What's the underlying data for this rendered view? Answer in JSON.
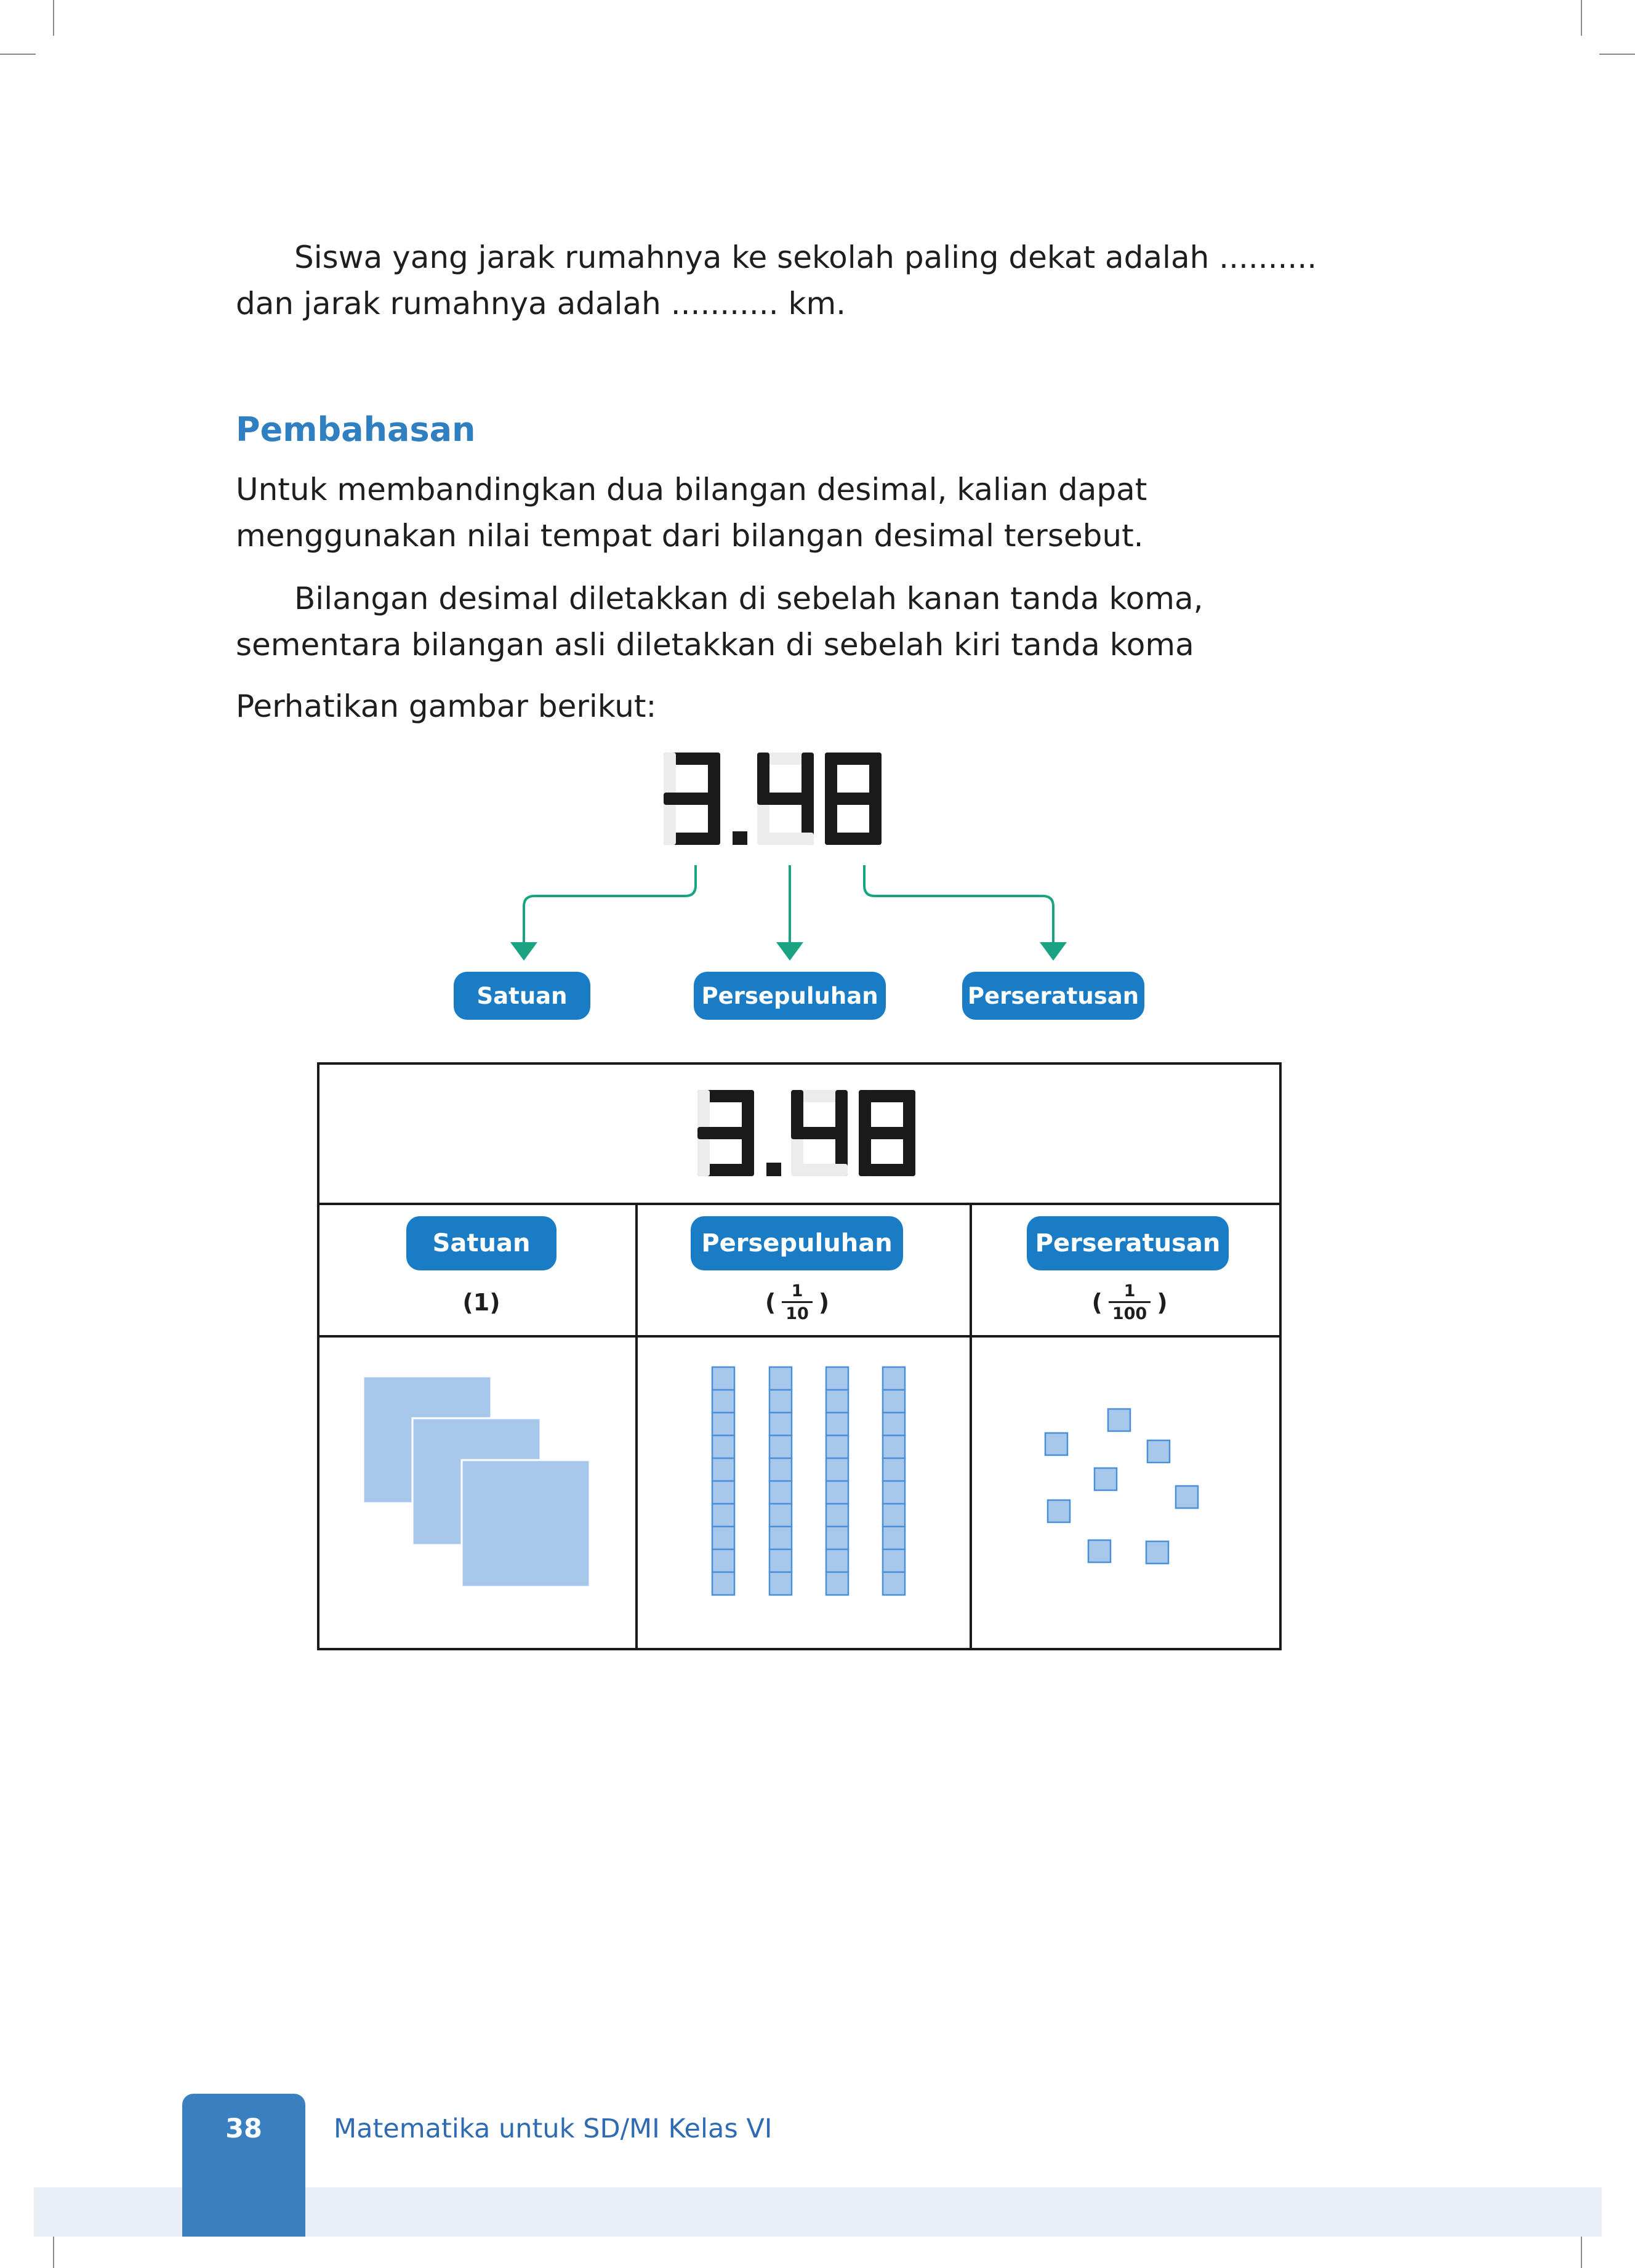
{
  "paragraph1": "Siswa yang jarak rumahnya ke sekolah paling dekat adalah .......... dan jarak rumahnya adalah ........... km.",
  "heading": "Pembahasan",
  "paragraph2": "Untuk membandingkan dua bilangan desimal, kalian dapat menggunakan nilai tempat dari bilangan desimal tersebut.",
  "paragraph3": "Bilangan desimal diletakkan di sebelah kanan tanda koma, sementara bilangan asli diletakkan di sebelah kiri tanda koma",
  "paragraph4": "Perhatikan gambar berikut:",
  "number_display": "3.48",
  "place_values": {
    "satuan": "Satuan",
    "persepuluhan": "Persepuluhan",
    "perseratusan": "Perseratusan"
  },
  "values": {
    "satuan": "(1)",
    "open": "(",
    "close": ")",
    "tenth_num": "1",
    "tenth_den": "10",
    "hundredth_num": "1",
    "hundredth_den": "100"
  },
  "block_counts": {
    "units": 3,
    "tenths": 4,
    "hundredths": 8
  },
  "footer": {
    "page_number": "38",
    "book_title": "Matematika untuk SD/MI Kelas VI"
  },
  "colors": {
    "accent": "#1b7cc6",
    "heading": "#2f7fc1",
    "arrow": "#1aa383",
    "block_fill": "#a7c8ea",
    "block_stroke": "#4a90d9"
  }
}
